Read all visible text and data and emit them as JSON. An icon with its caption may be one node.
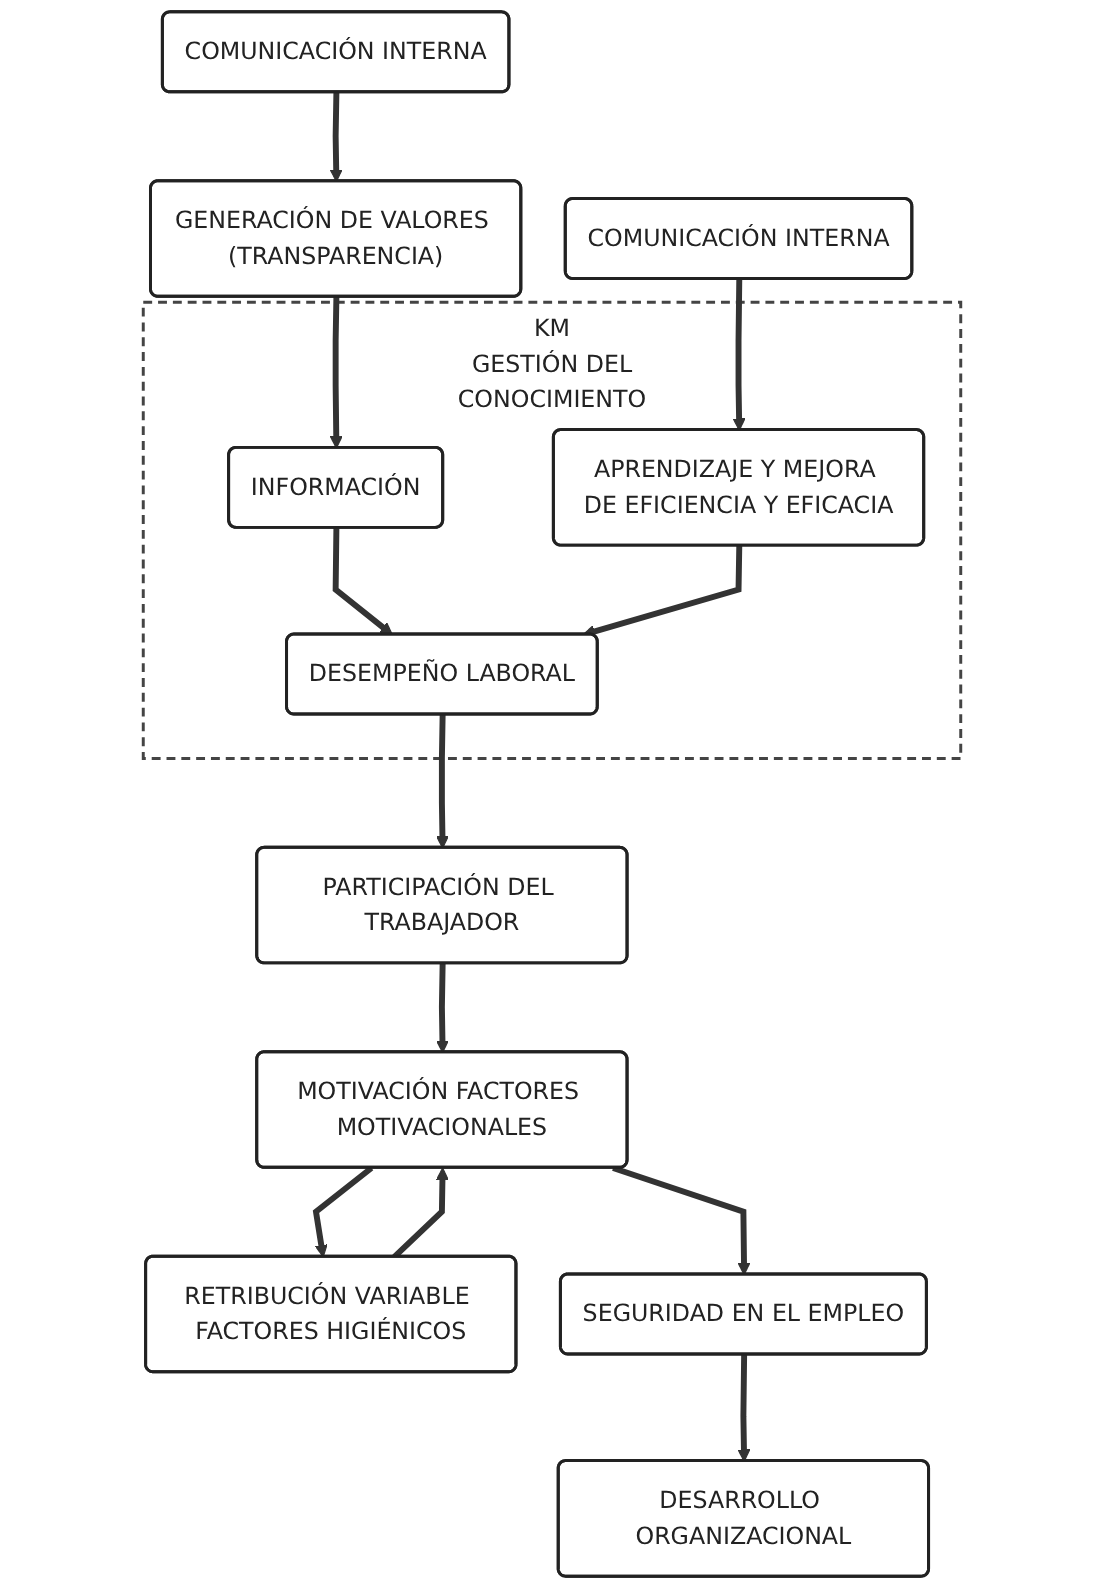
{
  "diagram": {
    "nodes": [
      {
        "text": [
          "COMUNICACIÓN INTERNA"
        ]
      },
      {
        "text": [
          "GENERACIÓN DE VALORES (TRANSPARENCIA)"
        ]
      },
      {
        "text": [
          "KM",
          "GESTIÓN DEL CONOCIMIENTO"
        ]
      },
      {
        "text": [
          "INFORMACIÓN"
        ],
        "in": 2
      },
      {
        "text": [
          "APRENDIZAJE Y MEJORA DE EFICIENCIA Y EFICACIA"
        ],
        "in": 2
      },
      {
        "text": [
          "DESEMPEÑO LABORAL"
        ],
        "in": 2
      },
      {
        "text": [
          "COMUNICACIÓN INTERNA"
        ]
      },
      {
        "text": [
          "PARTICIPACIÓN DEL TRABAJADOR"
        ]
      },
      {
        "text": [
          "RETRIBUCIÓN VARIABLE FACTORES HIGIÉNICOS"
        ]
      },
      {
        "text": [
          "MOTIVACIÓN FACTORES MOTIVACIONALES"
        ]
      },
      {
        "text": [
          "SEGURIDAD EN EL EMPLEO"
        ]
      },
      {
        "text": [
          "DESARROLLO ORGANIZACIONAL"
        ]
      }
    ],
    "edges": [
      {
        "from": 0,
        "to": 1,
        "arrow": "to"
      },
      {
        "from": 1,
        "to": 3,
        "arrow": "to"
      },
      {
        "from": 3,
        "to": 5,
        "arrow": "to"
      },
      {
        "from": 4,
        "to": 5,
        "arrow": "to"
      },
      {
        "from": 6,
        "to": 4,
        "arrow": "to"
      },
      {
        "from": 5,
        "to": 7,
        "arrow": "to"
      },
      {
        "from": 7,
        "to": 9,
        "arrow": "to"
      },
      {
        "from": 8,
        "to": 9,
        "arrow": "to"
      },
      {
        "from": 9,
        "to": 8,
        "arrow": "to"
      },
      {
        "from": 9,
        "to": 10,
        "arrow": "to"
      },
      {
        "from": 10,
        "to": 11,
        "arrow": "to"
      }
    ]
  }
}
